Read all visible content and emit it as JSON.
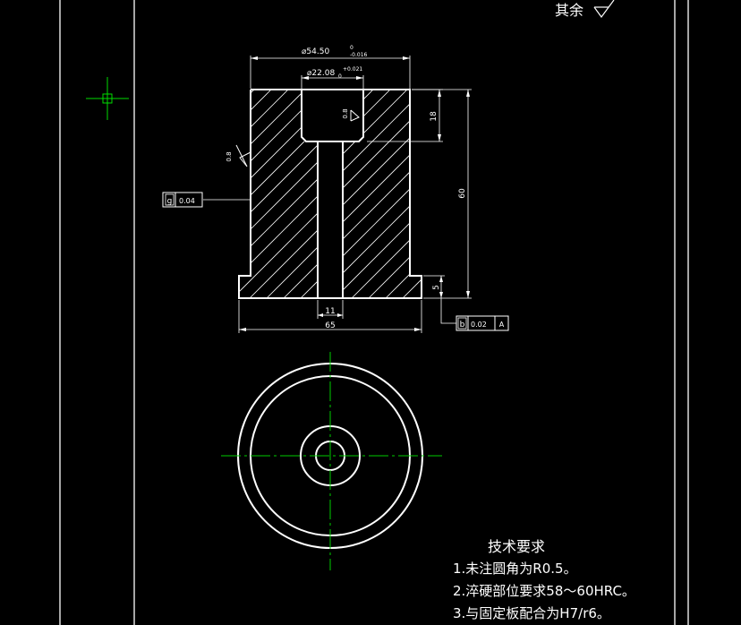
{
  "drawing": {
    "surface_note": "其余",
    "colors": {
      "background": "#000000",
      "line": "#ffffff",
      "centerline": "#00cc00",
      "cursor": "#00dd00"
    }
  },
  "dimensions": {
    "top_diameter": {
      "value": "⌀54.50",
      "upper_tol": "0",
      "lower_tol": "-0.016"
    },
    "bore_diameter": {
      "value": "⌀22.08",
      "upper_tol": "+0.021",
      "lower_tol": "0"
    },
    "bore_depth": "18",
    "total_height": "60",
    "flange_height": "5",
    "hole_diameter": "11",
    "base_width": "65"
  },
  "roughness": {
    "bore": "0.8",
    "outer": "0.8"
  },
  "tolerance_frames": {
    "left": {
      "symbol": "g",
      "value": "0.04"
    },
    "right": {
      "symbol": "b",
      "value": "0.02",
      "datum": "A"
    }
  },
  "tech_requirements": {
    "title": "技术要求",
    "items": [
      "1.未注圆角为R0.5。",
      "2.淬硬部位要求58～60HRC。",
      "3.与固定板配合为H7/r6。"
    ]
  }
}
